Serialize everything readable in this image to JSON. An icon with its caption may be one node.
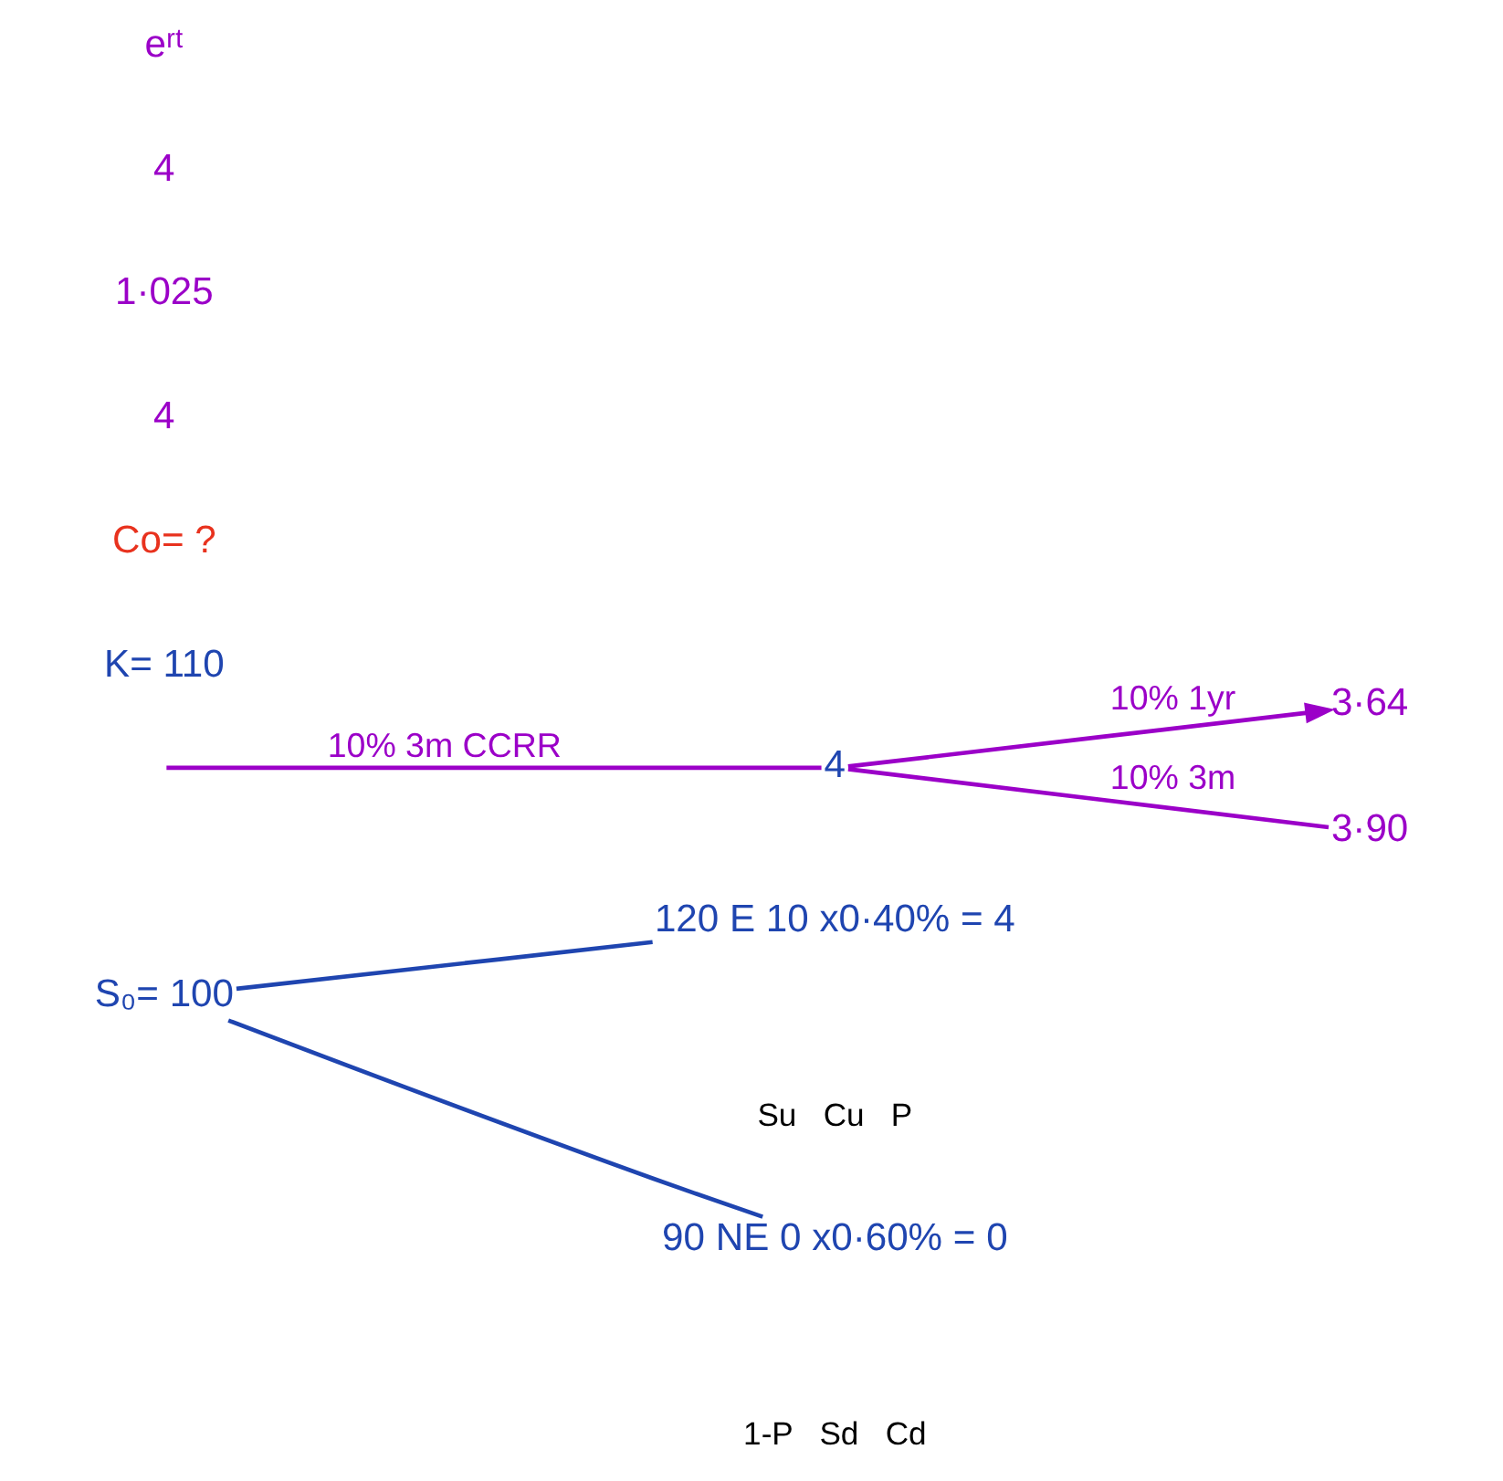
{
  "diagram": {
    "nodes": [
      {
        "text": [
          "S₀= 100"
        ]
      },
      {
        "text": [
          "120 E 10 x0·40% = 4"
        ],
        "beside": [
          "Su",
          "Cu",
          "P"
        ]
      },
      {
        "text": [
          "90 NE 0 x0·60% = 0"
        ],
        "beside": [
          "1-P",
          "Sd",
          "Cd"
        ]
      },
      {
        "text": [
          "4"
        ]
      },
      {
        "text": [
          "3·64"
        ]
      },
      {
        "text": [
          "3·90"
        ]
      }
    ],
    "edges": [
      {
        "from": 0,
        "to": 1,
        "arrow": "none",
        "color": "#1f45b0"
      },
      {
        "from": 0,
        "to": 2,
        "arrow": "none",
        "color": "#1f45b0"
      },
      {
        "from": 3,
        "to": 4,
        "arrow": "to",
        "label": "10% 1yr",
        "color": "#9b00c8"
      },
      {
        "from": 3,
        "to": 5,
        "arrow": "none",
        "label": "10% 3m",
        "color": "#9b00c8"
      },
      {
        "from": null,
        "to": 3,
        "arrow": "none",
        "label": "10% 3m CCRR",
        "color": "#9b00c8"
      }
    ],
    "labels": [
      "K= 110",
      "Co= ?",
      "4",
      "1·025",
      "4",
      "eʳᵗ"
    ]
  }
}
